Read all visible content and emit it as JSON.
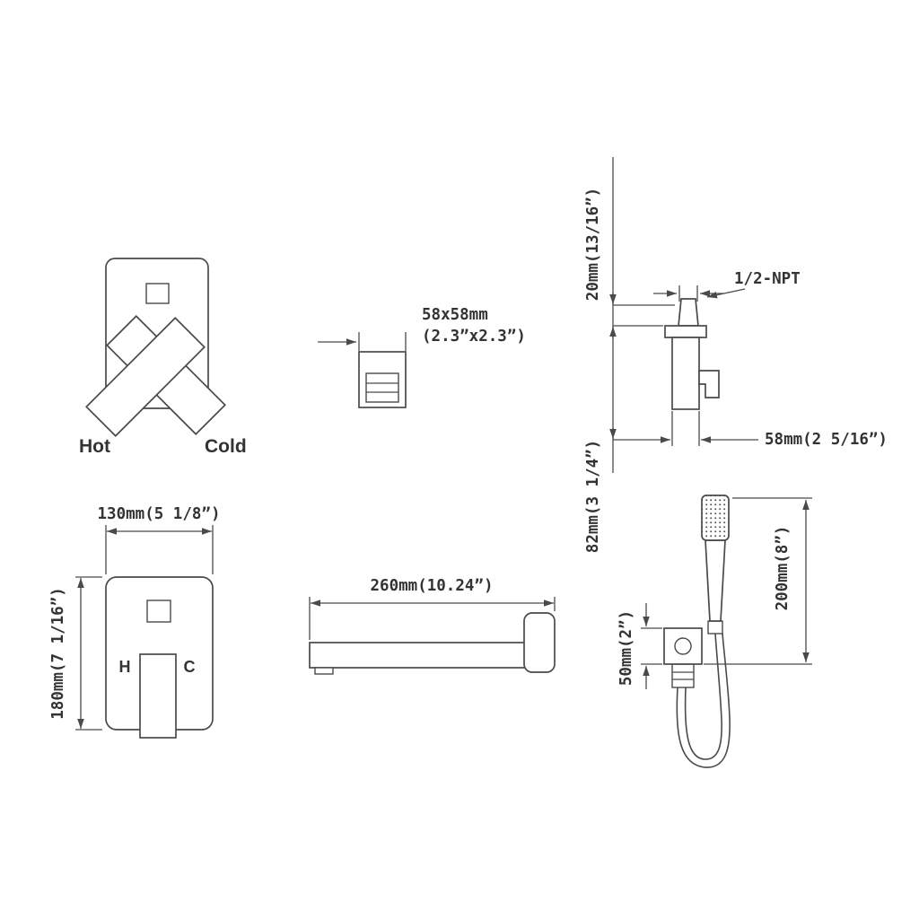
{
  "colors": {
    "background": "#ffffff",
    "line": "#4a4a4a",
    "text": "#333333"
  },
  "perspective_view": {
    "hot_label": "Hot",
    "cold_label": "Cold"
  },
  "escutcheon_view": {
    "size_mm": "58x58mm",
    "size_in": "(2.3”x2.3”)"
  },
  "elbow_view": {
    "thread_label": "1/2-NPT",
    "depth_label": "20mm(13/16”)",
    "height_label": "82mm(3 1/4”)",
    "width_label": "58mm(2 5/16”)"
  },
  "front_view": {
    "width_label": "130mm(5 1/8”)",
    "height_label": "180mm(7 1/16”)",
    "hot_label": "H",
    "cold_label": "C"
  },
  "spout_view": {
    "length_label": "260mm(10.24”)"
  },
  "hand_shower_view": {
    "height_label": "200mm(8”)",
    "bracket_label": "50mm(2”)"
  }
}
